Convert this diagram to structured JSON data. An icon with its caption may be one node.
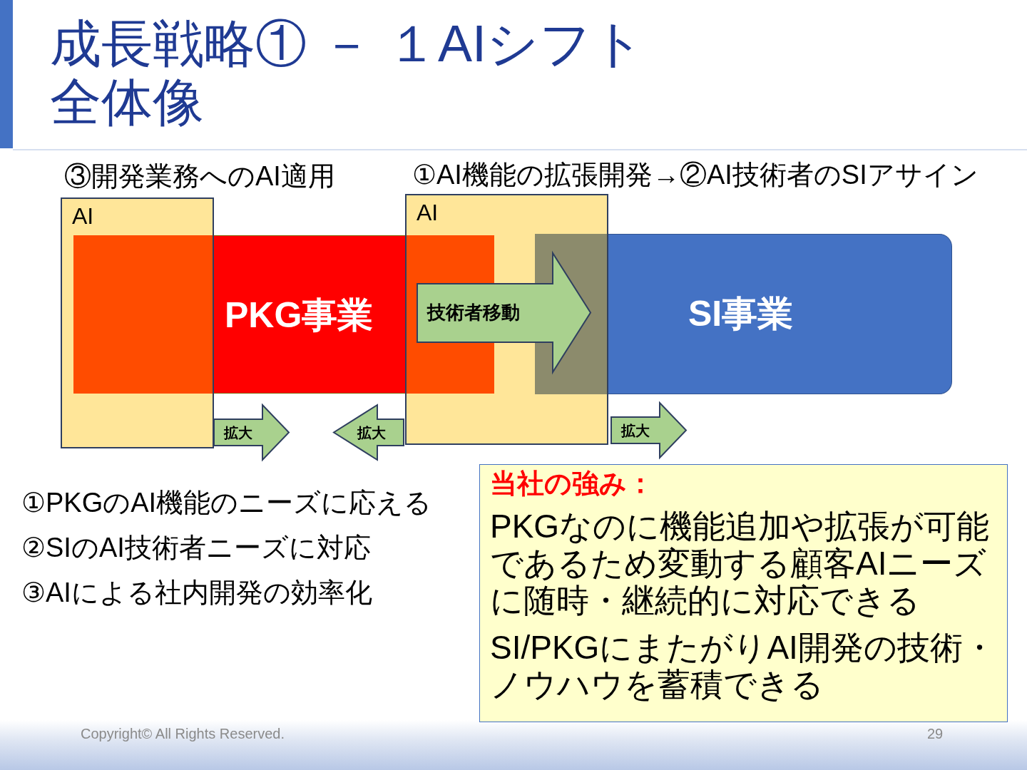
{
  "diagram": {
    "title": "成長戦略① － １AIシフト全体像",
    "nodes": [
      {
        "text": [
          "AI"
        ]
      },
      {
        "text": [
          "PKG事業"
        ]
      },
      {
        "text": [
          "AI"
        ]
      },
      {
        "text": [
          "SI事業"
        ]
      },
      {
        "text": [
          "当社の強み：",
          "PKGなのに機能追加や拡張が可能であるため変動する顧客AIニーズに随時・継続的に対応できる",
          "SI/PKGにまたがりAI開発の技術・ノウハウを蓄積できる"
        ]
      }
    ],
    "edges": [
      {
        "from": 1,
        "to": 3,
        "arrow": "to",
        "label": "技術者移動"
      },
      {
        "from": 0,
        "to": 1,
        "arrow": "to",
        "label": "拡大"
      },
      {
        "from": 2,
        "to": 1,
        "arrow": "to",
        "label": "拡大"
      },
      {
        "from": 2,
        "to": 3,
        "arrow": "to",
        "label": "拡大"
      }
    ],
    "labels": [
      "③開発業務へのAI適用",
      "①AI機能の拡張開発→②AI技術者のSIアサイン",
      "①PKGのAI機能のニーズに応える",
      "②SIのAI技術者ニーズに対応",
      "③AIによる社内開発の効率化",
      "Copyright© All Rights Reserved.",
      "29"
    ]
  }
}
